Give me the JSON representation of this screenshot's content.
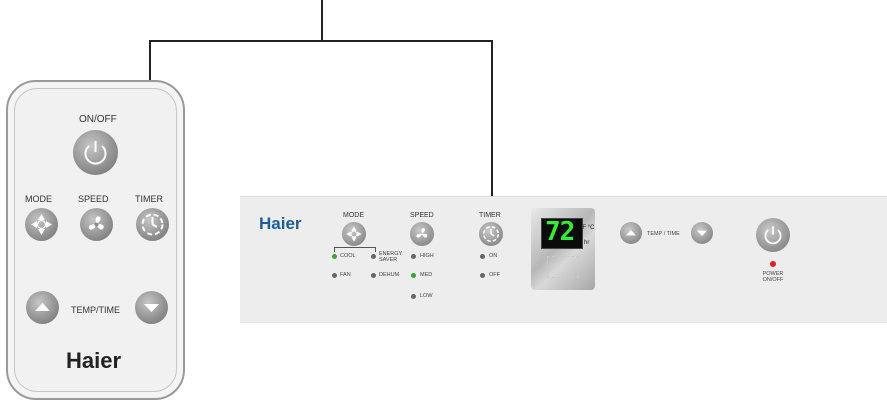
{
  "remote": {
    "on_off_label": "ON/OFF",
    "mode_label": "MODE",
    "speed_label": "SPEED",
    "timer_label": "TIMER",
    "temp_time_label": "TEMP/TIME",
    "brand": "Haier"
  },
  "panel": {
    "brand": "Haier",
    "mode_label": "MODE",
    "speed_label": "SPEED",
    "timer_label": "TIMER",
    "mode_options": {
      "cool": "COOL",
      "energy_saver": "ENERGY SAVER",
      "fan": "FAN",
      "dehum": "DEHUM"
    },
    "speed_options": {
      "high": "HIGH",
      "med": "MED",
      "low": "LOW"
    },
    "timer_options": {
      "on": "ON",
      "off": "OFF"
    },
    "display": {
      "value": "72",
      "unit_temp": "°F °C",
      "unit_time": "hr"
    },
    "temp_time_label": "TEMP / TIME",
    "power_label": "POWER ON/OFF"
  },
  "colors": {
    "led_active": "#33aa33",
    "led_inactive": "#666666",
    "power_led": "#dd2222",
    "display_digits": "#33ee33",
    "brand_blue": "#1f5d96"
  }
}
